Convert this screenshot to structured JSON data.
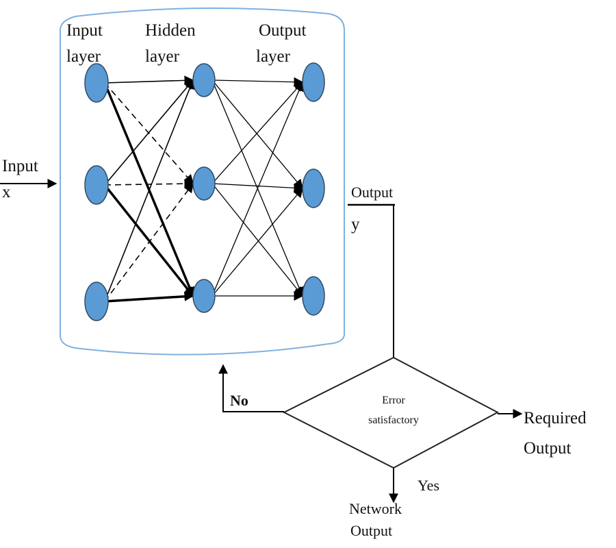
{
  "diagram": {
    "title": "Neural network training loop",
    "network": {
      "layers": [
        {
          "id": "input",
          "label_line1": "Input",
          "label_line2": "layer",
          "node_count": 3
        },
        {
          "id": "hidden",
          "label_line1": "Hidden",
          "label_line2": "layer",
          "node_count": 3
        },
        {
          "id": "output",
          "label_line1": "Output",
          "label_line2": "layer",
          "node_count": 3
        }
      ],
      "input_to_hidden_edges": [
        {
          "from": 0,
          "to": 0,
          "style": "solid"
        },
        {
          "from": 0,
          "to": 1,
          "style": "dashed"
        },
        {
          "from": 0,
          "to": 2,
          "style": "bold"
        },
        {
          "from": 1,
          "to": 0,
          "style": "solid"
        },
        {
          "from": 1,
          "to": 1,
          "style": "dashed"
        },
        {
          "from": 1,
          "to": 2,
          "style": "bold"
        },
        {
          "from": 2,
          "to": 0,
          "style": "solid"
        },
        {
          "from": 2,
          "to": 1,
          "style": "dashed"
        },
        {
          "from": 2,
          "to": 2,
          "style": "bold"
        }
      ],
      "hidden_to_output_edges": "fully-connected"
    },
    "external_input": {
      "label_line1": "Input",
      "label_line2": "x"
    },
    "external_output": {
      "label_line1": "Output",
      "label_line2": "y"
    },
    "decision": {
      "label_line1": "Error",
      "label_line2": "satisfactory"
    },
    "branch_no": {
      "label": "No"
    },
    "branch_yes": {
      "label": "Yes"
    },
    "required_output": {
      "label_line1": "Required",
      "label_line2": "Output"
    },
    "network_output": {
      "label_line1": "Network",
      "label_line2": "Output"
    },
    "colors": {
      "node_fill": "#5b9bd5",
      "container_stroke": "#5b9bd5",
      "line": "#000000"
    }
  }
}
